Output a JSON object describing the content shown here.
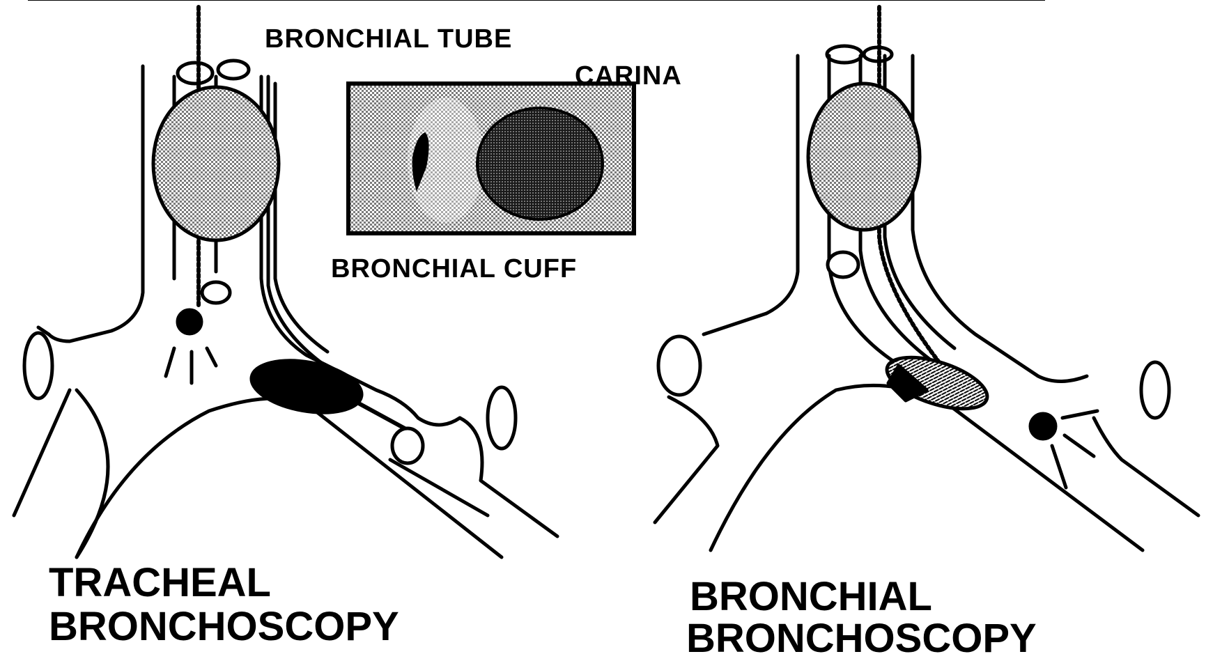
{
  "labels": {
    "bronchial_tube": "BRONCHIAL TUBE",
    "carina": "CARINA",
    "bronchial_cuff": "BRONCHIAL CUFF",
    "tracheal_line1": "TRACHEAL",
    "tracheal_line2": "BRONCHOSCOPY",
    "bronchial_line1": "BRONCHIAL",
    "bronchial_line2": "BRONCHOSCOPY"
  },
  "colors": {
    "ink": "#000000",
    "paper": "#ffffff",
    "stipple": "#b9b9b9",
    "dense": "#4a4a4a"
  }
}
